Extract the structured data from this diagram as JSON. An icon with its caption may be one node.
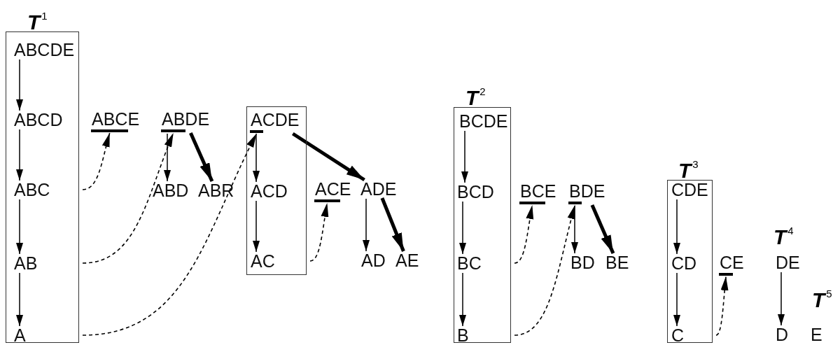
{
  "diagram": {
    "nodes": [
      {
        "text": [
          "T$^{1}$"
        ]
      },
      {
        "text": [
          "ABCDE"
        ],
        "in": 0
      },
      {
        "text": [
          "ABCD"
        ],
        "in": 0
      },
      {
        "text": [
          "ABC"
        ],
        "in": 0
      },
      {
        "text": [
          "AB"
        ],
        "in": 0
      },
      {
        "text": [
          "A"
        ],
        "in": 0
      },
      {
        "text": [
          "ABCE"
        ]
      },
      {
        "text": [
          "ABDE"
        ]
      },
      {
        "text": [
          "ABD"
        ]
      },
      {
        "text": [
          "ABR"
        ]
      },
      {
        "text": [],
        "shape": "box"
      },
      {
        "text": [
          "ACDE"
        ],
        "in": 10
      },
      {
        "text": [
          "ACD"
        ],
        "in": 10
      },
      {
        "text": [
          "AC"
        ],
        "in": 10
      },
      {
        "text": [
          "ACE"
        ]
      },
      {
        "text": [
          "ADE"
        ]
      },
      {
        "text": [
          "AD"
        ]
      },
      {
        "text": [
          "AE"
        ]
      },
      {
        "text": [
          "T$^{2}$"
        ]
      },
      {
        "text": [
          "BCDE"
        ],
        "in": 18
      },
      {
        "text": [
          "BCD"
        ],
        "in": 18
      },
      {
        "text": [
          "BC"
        ],
        "in": 18
      },
      {
        "text": [
          "B"
        ],
        "in": 18
      },
      {
        "text": [
          "BCE"
        ]
      },
      {
        "text": [
          "BDE"
        ]
      },
      {
        "text": [
          "BD"
        ]
      },
      {
        "text": [
          "BE"
        ]
      },
      {
        "text": [
          "T$^{3}$"
        ]
      },
      {
        "text": [
          "CDE"
        ],
        "in": 27
      },
      {
        "text": [
          "CD"
        ],
        "in": 27
      },
      {
        "text": [
          "C"
        ],
        "in": 27
      },
      {
        "text": [
          "CE"
        ]
      },
      {
        "text": [
          "DE"
        ]
      },
      {
        "text": [
          "D"
        ]
      },
      {
        "text": [
          "E"
        ]
      }
    ],
    "edges": [
      {
        "from": 1,
        "to": 2,
        "arrow": "to"
      },
      {
        "from": 2,
        "to": 3,
        "arrow": "to"
      },
      {
        "from": 3,
        "to": 4,
        "arrow": "to"
      },
      {
        "from": 4,
        "to": 5,
        "arrow": "to"
      },
      {
        "from": 3,
        "to": 6,
        "arrow": "to",
        "style": "dashed"
      },
      {
        "from": 4,
        "to": 7,
        "arrow": "to",
        "style": "dashed"
      },
      {
        "from": 5,
        "to": 11,
        "arrow": "to",
        "style": "dashed"
      },
      {
        "from": 7,
        "to": 8,
        "arrow": "to"
      },
      {
        "from": 7,
        "to": 9,
        "arrow": "to",
        "style": "thick"
      },
      {
        "from": 11,
        "to": 12,
        "arrow": "to"
      },
      {
        "from": 12,
        "to": 13,
        "arrow": "to"
      },
      {
        "from": 11,
        "to": 15,
        "arrow": "to",
        "style": "thick"
      },
      {
        "from": 13,
        "to": 14,
        "arrow": "to",
        "style": "dashed"
      },
      {
        "from": 15,
        "to": 16,
        "arrow": "to"
      },
      {
        "from": 15,
        "to": 17,
        "arrow": "to",
        "style": "thick"
      },
      {
        "from": 19,
        "to": 20,
        "arrow": "to"
      },
      {
        "from": 20,
        "to": 21,
        "arrow": "to"
      },
      {
        "from": 21,
        "to": 22,
        "arrow": "to"
      },
      {
        "from": 21,
        "to": 23,
        "arrow": "to",
        "style": "dashed"
      },
      {
        "from": 22,
        "to": 24,
        "arrow": "to",
        "style": "dashed"
      },
      {
        "from": 24,
        "to": 25,
        "arrow": "to"
      },
      {
        "from": 24,
        "to": 26,
        "arrow": "to",
        "style": "thick"
      },
      {
        "from": 28,
        "to": 29,
        "arrow": "to"
      },
      {
        "from": 29,
        "to": 30,
        "arrow": "to"
      },
      {
        "from": 30,
        "to": 31,
        "arrow": "to",
        "style": "dashed"
      },
      {
        "from": 32,
        "to": 33,
        "arrow": "to"
      }
    ],
    "labels": [
      "T$^{4}$",
      "T$^{5}$"
    ]
  }
}
